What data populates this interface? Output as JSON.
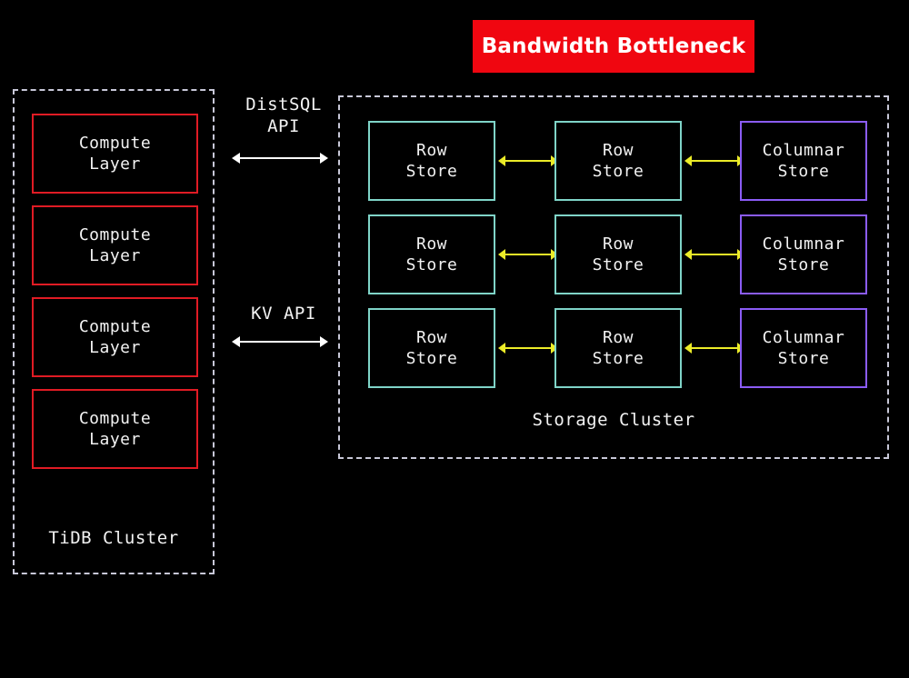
{
  "banner": {
    "label": "Bandwidth Bottleneck",
    "bg_color": "#f00610",
    "text_color": "#ffffff"
  },
  "tidb_cluster": {
    "label": "TiDB Cluster",
    "border_color": "#c8c8d8",
    "node_border_color": "#e01b24",
    "nodes": [
      {
        "line1": "Compute",
        "line2": "Layer"
      },
      {
        "line1": "Compute",
        "line2": "Layer"
      },
      {
        "line1": "Compute",
        "line2": "Layer"
      },
      {
        "line1": "Compute",
        "line2": "Layer"
      }
    ]
  },
  "apis": [
    {
      "line1": "DistSQL",
      "line2": "API",
      "arrow": "bidirectional",
      "arrow_color": "#ffffff"
    },
    {
      "line1": "KV API",
      "line2": "",
      "arrow": "bidirectional",
      "arrow_color": "#ffffff"
    }
  ],
  "storage_cluster": {
    "label": "Storage Cluster",
    "border_color": "#c8c8d8",
    "row_store_border_color": "#7fd4c8",
    "columnar_store_border_color": "#8b5cf6",
    "link_arrow_color": "#ecec28",
    "rows": [
      {
        "cells": [
          {
            "line1": "Row",
            "line2": "Store",
            "kind": "rowstore"
          },
          {
            "line1": "Row",
            "line2": "Store",
            "kind": "rowstore"
          },
          {
            "line1": "Columnar",
            "line2": "Store",
            "kind": "colstore"
          }
        ]
      },
      {
        "cells": [
          {
            "line1": "Row",
            "line2": "Store",
            "kind": "rowstore"
          },
          {
            "line1": "Row",
            "line2": "Store",
            "kind": "rowstore"
          },
          {
            "line1": "Columnar",
            "line2": "Store",
            "kind": "colstore"
          }
        ]
      },
      {
        "cells": [
          {
            "line1": "Row",
            "line2": "Store",
            "kind": "rowstore"
          },
          {
            "line1": "Row",
            "line2": "Store",
            "kind": "rowstore"
          },
          {
            "line1": "Columnar",
            "line2": "Store",
            "kind": "colstore"
          }
        ]
      }
    ]
  }
}
